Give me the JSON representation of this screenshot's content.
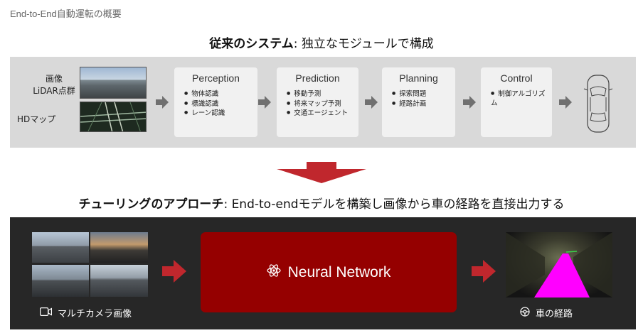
{
  "header": {
    "label": "End-to-End自動運転の概要"
  },
  "traditional": {
    "heading_bold": "従来のシステム",
    "heading_rest": ": 独立なモジュールで構成",
    "input_label_1": "画像",
    "input_label_2": "LiDAR点群",
    "input_label_3": "HDマップ",
    "modules": [
      {
        "title": "Perception",
        "items": [
          "物体認識",
          "標識認識",
          "レーン認識"
        ]
      },
      {
        "title": "Prediction",
        "items": [
          "移動予測",
          "将来マップ予測",
          "交通エージェント"
        ]
      },
      {
        "title": "Planning",
        "items": [
          "探索問題",
          "経路計画"
        ]
      },
      {
        "title": "Control",
        "items": [
          "制御アルゴリズム"
        ]
      }
    ],
    "car_icon": "car-top-view-icon"
  },
  "tuning": {
    "heading_bold": "チューリングのアプローチ",
    "heading_rest": ": End-to-endモデルを構築し画像から車の経路を直接出力する",
    "network_label": "Neural Network",
    "network_icon": "atom-icon",
    "input_caption": "マルチカメラ画像",
    "input_icon": "camera-icon",
    "output_caption": "車の経路",
    "output_icon": "steering-icon"
  },
  "colors": {
    "arrow_gray": "#707070",
    "red": "#c0272d",
    "network_bg": "#950000",
    "path_magenta": "#ff00ff"
  }
}
